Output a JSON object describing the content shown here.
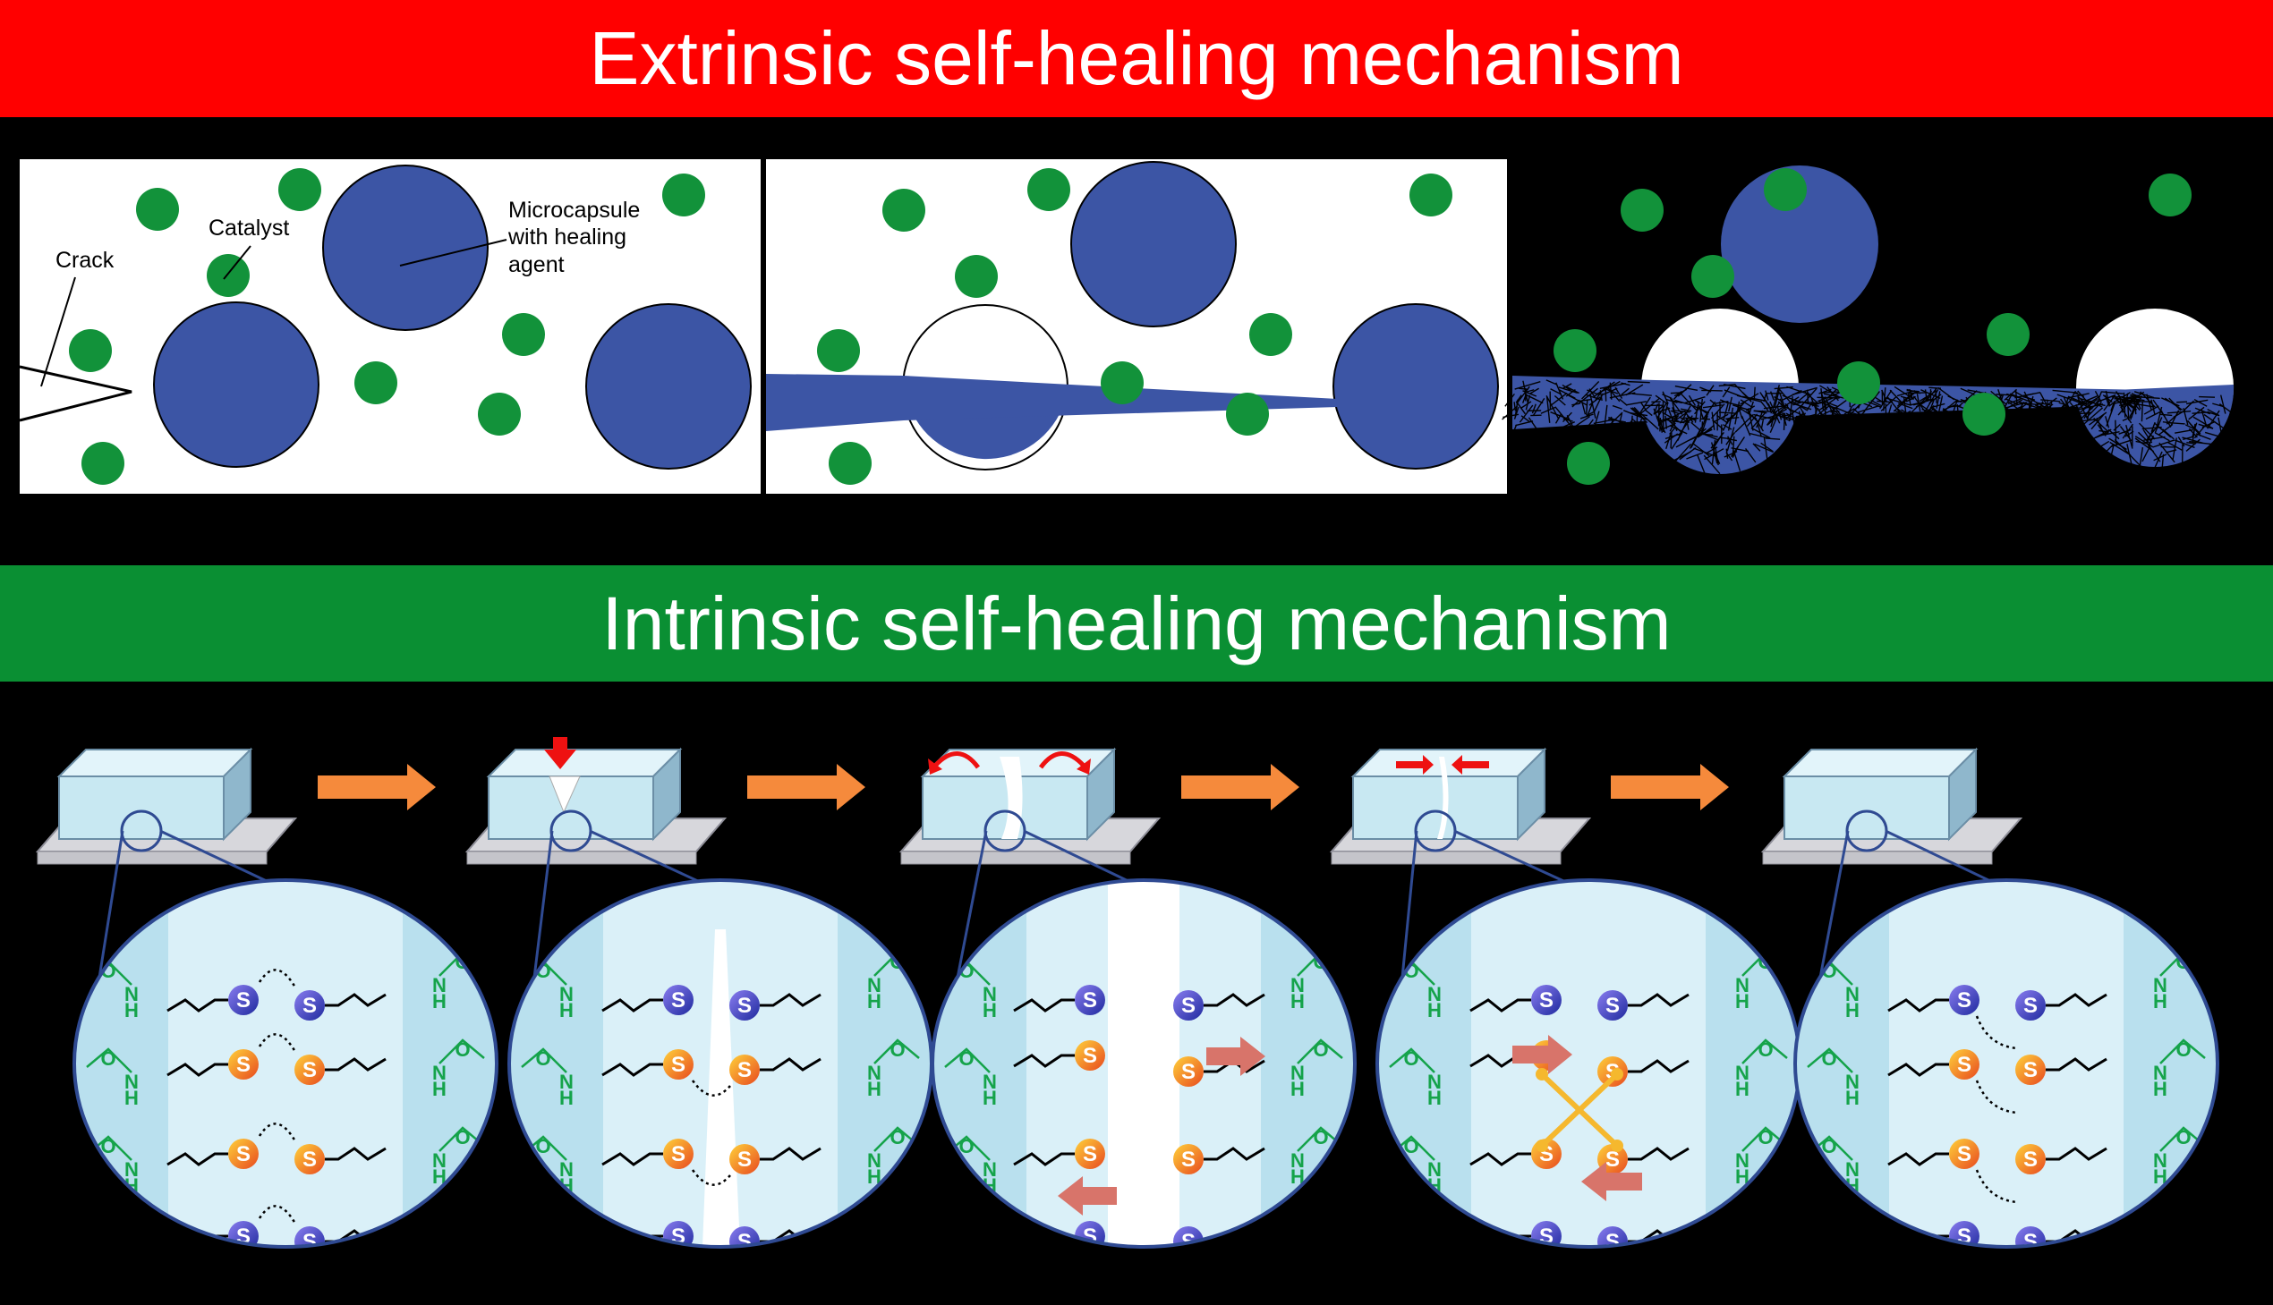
{
  "banners": {
    "extrinsic": "Extrinsic self-healing mechanism",
    "intrinsic": "Intrinsic self-healing mechanism"
  },
  "labels": {
    "crack": "Crack",
    "catalyst": "Catalyst",
    "microcapsule_line1": "Microcapsule",
    "microcapsule_line2": "with healing",
    "microcapsule_line3": "agent",
    "sulfur": "S",
    "nitrogen": "N",
    "hydrogen": "H",
    "oxygen": "O"
  },
  "colors": {
    "extrinsic_banner": "#ff0000",
    "intrinsic_banner": "#0a8f33",
    "capsule": "#3c55a5",
    "catalyst": "#12923a",
    "arrow": "#f58a3c",
    "block": "#c8e8f2"
  },
  "intrinsic_steps": [
    {
      "state": "intact"
    },
    {
      "state": "crack"
    },
    {
      "state": "opening"
    },
    {
      "state": "closing"
    },
    {
      "state": "healed"
    }
  ]
}
